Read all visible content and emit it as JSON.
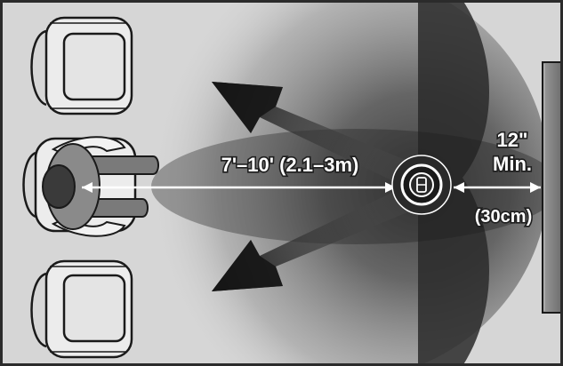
{
  "diagram": {
    "distance_label": "7'–10' (2.1–3m)",
    "clearance_label_line1": "12\"",
    "clearance_label_line2": "Min.",
    "clearance_metric_label": "(30cm)"
  },
  "icons": {
    "speaker": "speaker-icon",
    "listener": "listener-icon",
    "chair": "armchair-icon",
    "wall": "wall-icon"
  },
  "colors": {
    "background": "#d6d6d6",
    "border": "#2b2b2b",
    "sound_dark": "#1a1a1a",
    "line": "#ffffff"
  }
}
